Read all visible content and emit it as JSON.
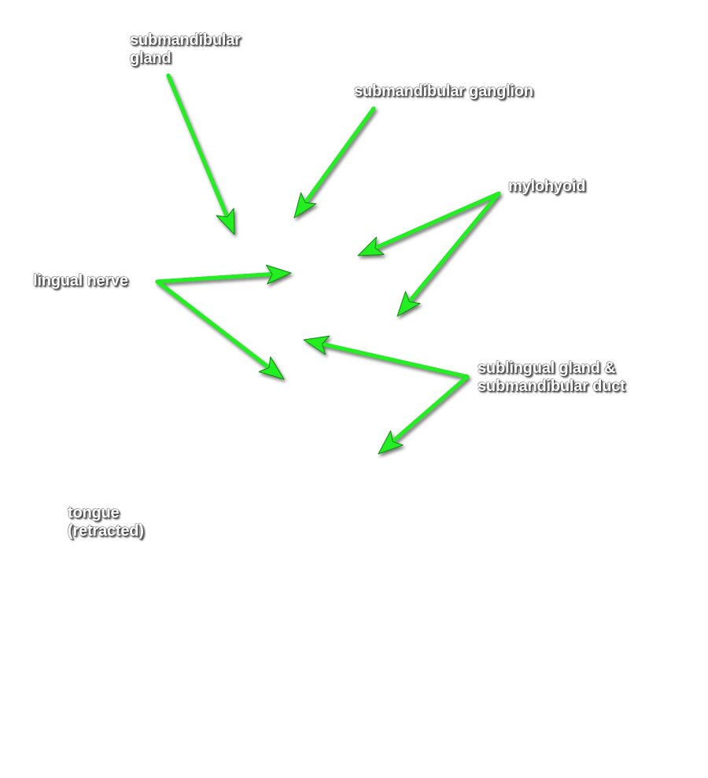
{
  "labels": {
    "submandibular_gland": [
      "submandibular",
      "gland"
    ],
    "submandibular_ganglion": [
      "submandibular ganglion"
    ],
    "mylohyoid": [
      "mylohyoid"
    ],
    "lingual_nerve": [
      "lingual nerve"
    ],
    "sublingual_gland_duct": [
      "sublingual gland &",
      "submandibular duct"
    ],
    "tongue": [
      "tongue",
      "(retracted)"
    ]
  },
  "colors": {
    "background": "#ffffff",
    "label_text": "#ffffff",
    "label_outline": "#555555",
    "arrow_fill": "#22ee22",
    "arrow_stroke": "#118811"
  }
}
